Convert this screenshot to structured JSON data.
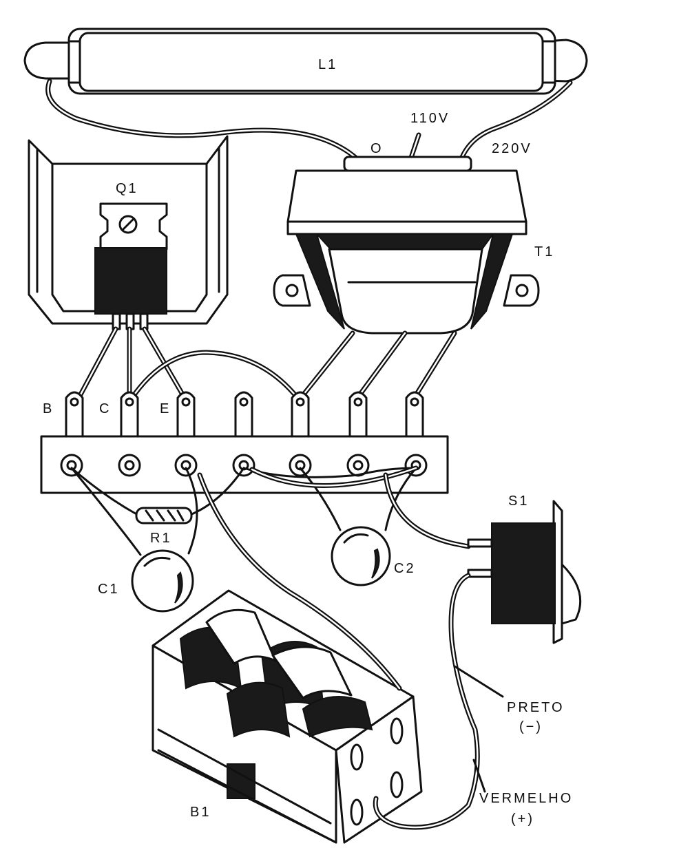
{
  "labels": {
    "lamp": "L1",
    "tap_zero": "O",
    "tap_110": "110V",
    "tap_220": "220V",
    "transistor": "Q1",
    "transformer": "T1",
    "pin_b": "B",
    "pin_c": "C",
    "pin_e": "E",
    "resistor": "R1",
    "cap1": "C1",
    "cap2": "C2",
    "switch": "S1",
    "battery": "B1",
    "black_wire": "PRETO",
    "black_sign": "(−)",
    "red_wire": "VERMELHO",
    "red_sign": "(+)"
  },
  "colors": {
    "ink": "#111111",
    "paper": "#ffffff"
  }
}
